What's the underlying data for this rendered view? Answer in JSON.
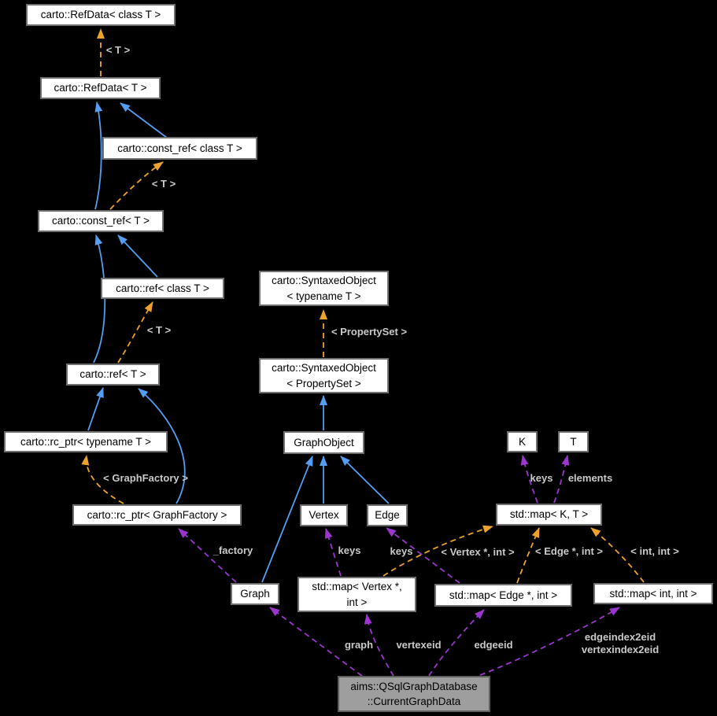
{
  "diagram_type": "doxygen-collaboration-graph",
  "colors": {
    "background": "#000000",
    "inheritance_edge": "#539ef2",
    "template_edge": "#eda22d",
    "usage_edge": "#9b35cd",
    "edge_label_text": "#c9c9c9",
    "node_fill": "#ffffff",
    "node_border": "#6f6f6f",
    "current_node_fill": "#9e9e9e",
    "node_text": "#000000"
  },
  "nodes": {
    "refdata_class_t": "carto::RefData< class T >",
    "refdata_t": "carto::RefData< T >",
    "const_ref_class_t": "carto::const_ref< class T >",
    "const_ref_t": "carto::const_ref< T >",
    "ref_class_t": "carto::ref< class T >",
    "ref_t": "carto::ref< T >",
    "rc_ptr_typename_t": "carto::rc_ptr< typename T >",
    "rc_ptr_graphfactory": "carto::rc_ptr< GraphFactory >",
    "graph": "Graph",
    "syntaxed_typename_t": "carto::SyntaxedObject\n< typename T >",
    "syntaxed_propertyset": "carto::SyntaxedObject\n< PropertySet >",
    "graphobject": "GraphObject",
    "vertex": "Vertex",
    "edge": "Edge",
    "map_vertex_int": "std::map< Vertex *,\nint >",
    "map_edge_int": "std::map< Edge *, int >",
    "map_int_int": "std::map< int, int >",
    "map_k_t": "std::map< K, T >",
    "k": "K",
    "t": "T",
    "current": "aims::QSqlGraphDatabase\n::CurrentGraphData"
  },
  "edge_labels": {
    "t_refdata": "< T >",
    "t_const_ref": "< T >",
    "t_ref": "< T >",
    "propertyset": "< PropertySet >",
    "graphfactory": "< GraphFactory >",
    "factory": "_factory",
    "keys_vertex": "keys",
    "keys_edge": "keys",
    "keys_k": "keys",
    "elements": "elements",
    "vertex_int": "< Vertex *, int >",
    "edge_int": "< Edge *, int >",
    "int_int": "< int, int >",
    "graph": "graph",
    "vertexeid": "vertexeid",
    "edgeeid": "edgeeid",
    "index2eid": "edgeindex2eid\nvertexindex2eid"
  }
}
